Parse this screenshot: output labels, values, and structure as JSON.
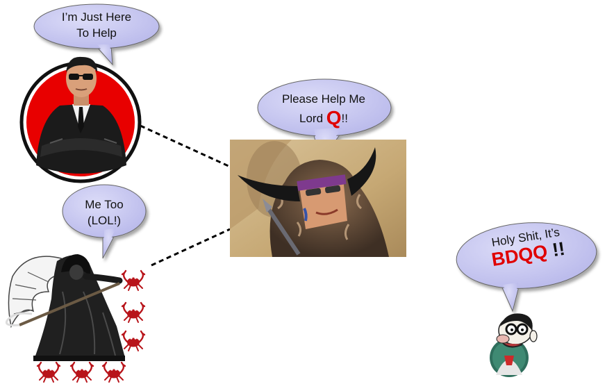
{
  "bubbles": {
    "agent": {
      "line1": "I’m Just Here",
      "line2": "To Help"
    },
    "center": {
      "line1": "Please Help Me",
      "line2_prefix": "Lord ",
      "q": "Q",
      "suffix": "!!"
    },
    "reaper": {
      "line1": "Me Too",
      "line2": "(LOL!)"
    },
    "nerd": {
      "line1": "Holy Shit, It’s",
      "bdqq": "BDQQ",
      "bang": " !!"
    }
  },
  "colors": {
    "bubble_fill": "#c9c9f2",
    "emphasis_red": "#e00000",
    "agent_circle": "#e80000",
    "connector": "#000000"
  },
  "icons": [
    "agent-icon",
    "photo-icon",
    "reaper-icon",
    "crab-icon",
    "nerd-icon"
  ]
}
